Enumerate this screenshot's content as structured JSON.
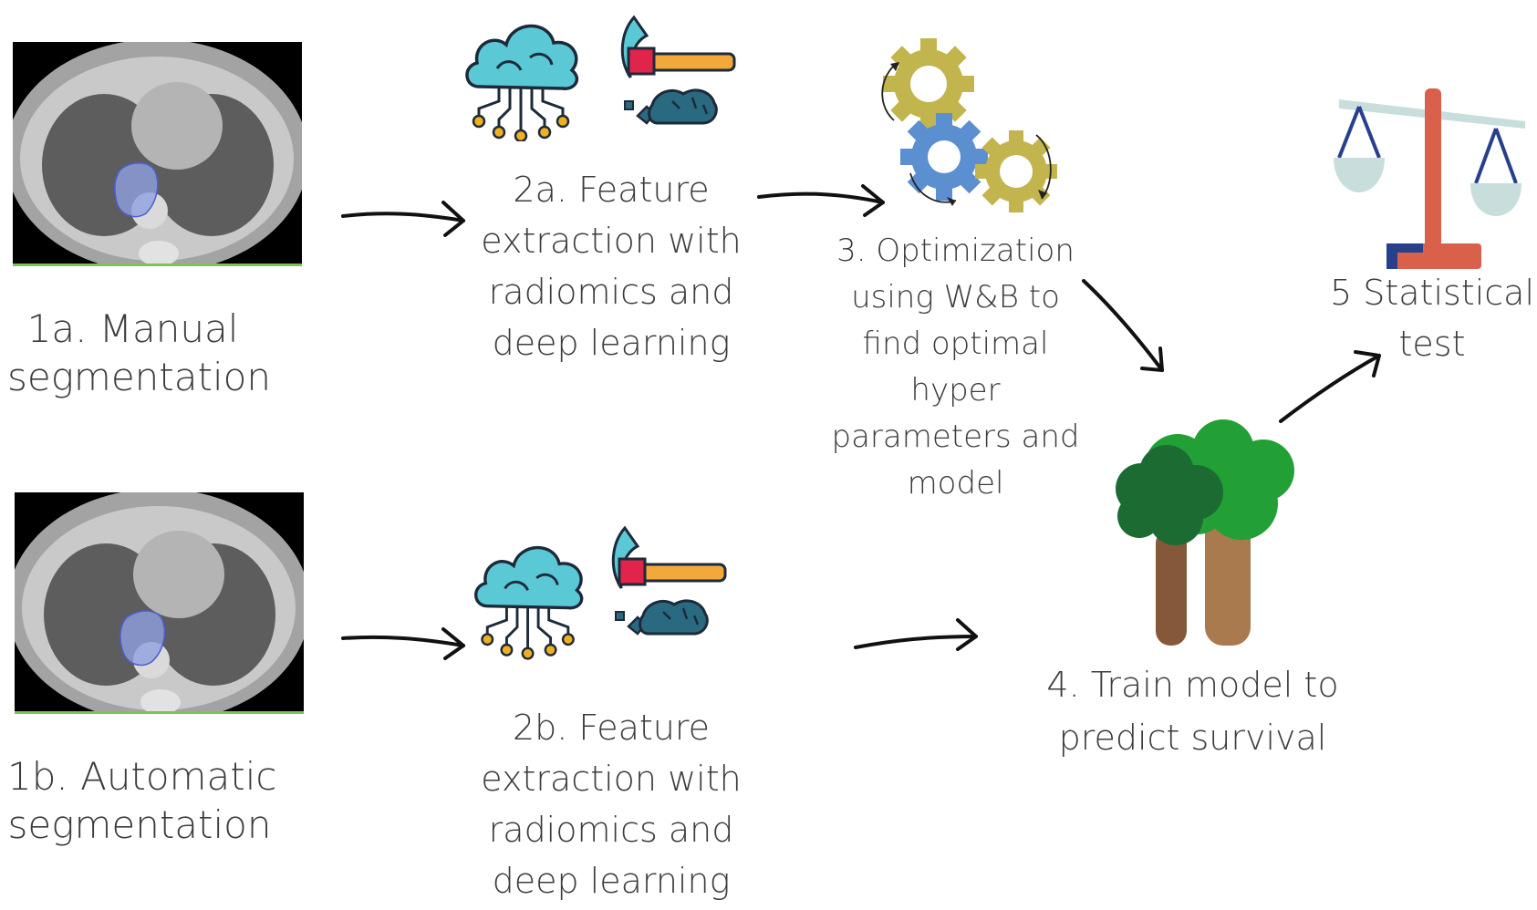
{
  "steps": {
    "step1a": [
      "1a. Manual",
      "segmentation"
    ],
    "step1b": [
      "1b. Automatic",
      "segmentation"
    ],
    "step2a": [
      "2a. Feature",
      "extraction with",
      "radiomics and",
      "deep learning"
    ],
    "step2b": [
      "2b. Feature",
      "extraction with",
      "radiomics and",
      "deep learning"
    ],
    "step3": [
      "3. Optimization",
      "using W&B to",
      "find optimal",
      "hyper",
      "parameters and",
      "model"
    ],
    "step4": [
      "4. Train model to",
      "predict survival"
    ],
    "step5": [
      "5 Statistical",
      "test"
    ]
  },
  "icons": {
    "ct_scan_1a": "ct-scan-manual-segmentation",
    "ct_scan_1b": "ct-scan-automatic-segmentation",
    "cloud_2a": "cloud-network-icon",
    "pickaxe_2a": "pickaxe-mining-icon",
    "cloud_2b": "cloud-network-icon",
    "pickaxe_2b": "pickaxe-mining-icon",
    "gears_3": "gears-icon",
    "trees_4": "trees-icon",
    "scale_5": "balance-scale-icon"
  },
  "colors": {
    "ct_highlight": "#8fa0e0",
    "cloud": "#5bc8d6",
    "circuit_node": "#f0b020",
    "gear_yellow": "#c2b54e",
    "gear_blue": "#5b8fd0",
    "tree_light": "#22a035",
    "tree_dark": "#1b6b33",
    "scale_red": "#d9604a",
    "scale_pan": "#c7dedd"
  }
}
